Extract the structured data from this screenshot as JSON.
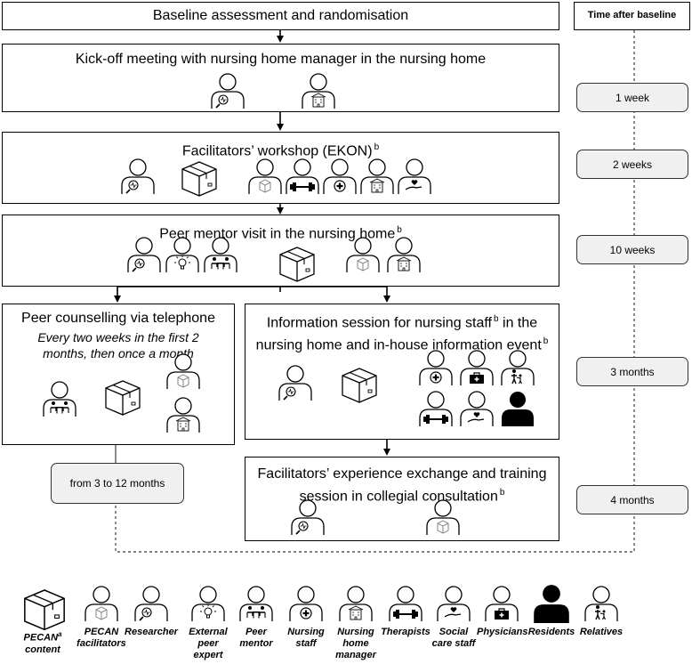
{
  "header": {
    "time_label": "Time after baseline"
  },
  "steps": {
    "baseline": "Baseline assessment and randomisation",
    "kickoff": "Kick-off meeting with nursing home manager in the nursing home",
    "workshop": "Facilitators’ workshop (EKON)",
    "peer_visit": "Peer mentor visit in the nursing home",
    "peer_counselling": "Peer counselling via telephone",
    "peer_counselling_sub": "Every two weeks in the first 2 months, then once a month",
    "info_session_l1": "Information session for nursing staff",
    "info_session_l2": "in the",
    "info_session_l3": "nursing home and in-house information event",
    "exchange_l1": "Facilitators’ experience exchange and training",
    "exchange_l2": "session in collegial consultation",
    "footnote_mark": "b"
  },
  "times": {
    "t1": "1 week",
    "t2": "2 weeks",
    "t3": "10 weeks",
    "t4": "3 months",
    "t5": "4 months",
    "t6": "from 3 to 12 months"
  },
  "legend": {
    "pecan_content": "PECAN",
    "pecan_content_sup": "a",
    "pecan_content_l2": "content",
    "items": [
      "PECAN facilitators",
      "Researcher",
      "External peer expert",
      "Peer mentor",
      "Nursing staff",
      "Nursing home manager",
      "Therapists",
      "Social care staff",
      "Physicians",
      "Residents",
      "Relatives"
    ]
  },
  "icons": [
    "researcher-icon",
    "nursing-home-manager-icon",
    "pecan-content-icon",
    "pecan-facilitator-icon",
    "therapist-icon",
    "nursing-staff-icon",
    "social-care-icon",
    "external-peer-expert-icon",
    "peer-mentor-icon",
    "physician-icon",
    "relative-icon",
    "resident-icon"
  ]
}
